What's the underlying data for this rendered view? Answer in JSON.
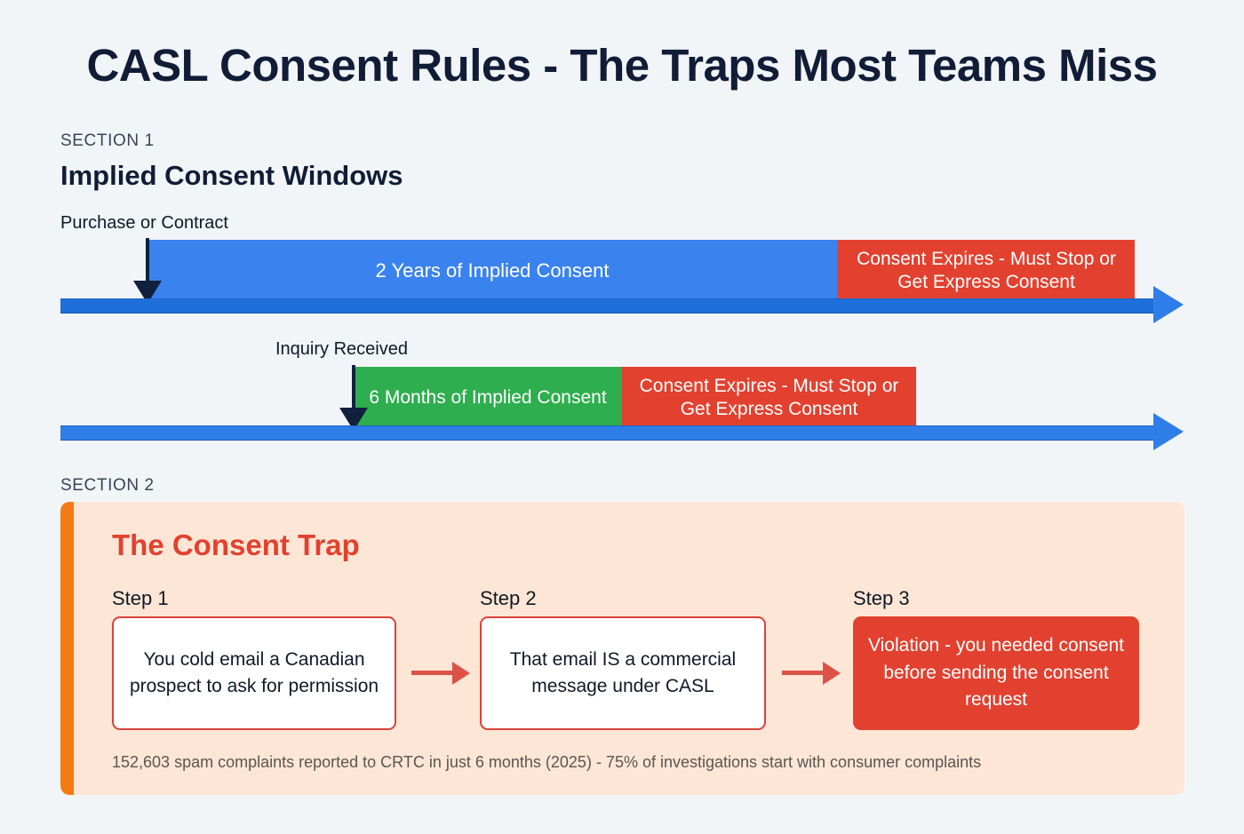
{
  "title": "CASL Consent Rules - The Traps Most Teams Miss",
  "section1": {
    "kicker": "SECTION 1",
    "heading": "Implied Consent Windows",
    "timelines": [
      {
        "marker_label": "Purchase or Contract",
        "segments": [
          {
            "label": "2 Years of Implied Consent",
            "color": "#3a82ee"
          },
          {
            "label": "Consent Expires - Must Stop or Get Express Consent",
            "color": "#e2412f"
          }
        ]
      },
      {
        "marker_label": "Inquiry Received",
        "segments": [
          {
            "label": "6 Months of Implied Consent",
            "color": "#2eae4e"
          },
          {
            "label": "Consent Expires - Must Stop or Get Express Consent",
            "color": "#e2412f"
          }
        ]
      }
    ]
  },
  "section2": {
    "kicker": "SECTION 2",
    "panel_title": "The Consent Trap",
    "steps": [
      {
        "label": "Step 1",
        "text": "You cold email a Canadian prospect to ask for permission",
        "style": "outline"
      },
      {
        "label": "Step 2",
        "text": "That email IS a commercial message under CASL",
        "style": "outline"
      },
      {
        "label": "Step 3",
        "text": "Violation - you needed consent before sending the consent request",
        "style": "filled"
      }
    ],
    "footnote": "152,603 spam complaints reported to CRTC in just 6 months (2025) - 75% of investigations start with consumer complaints"
  },
  "colors": {
    "background": "#f2f5f8",
    "title": "#111c36",
    "blue": "#3a82ee",
    "axis_blue": "#2f7ee8",
    "green": "#2eae4e",
    "red": "#e2412f",
    "orange": "#f47b13",
    "panel": "#fde6d6"
  }
}
